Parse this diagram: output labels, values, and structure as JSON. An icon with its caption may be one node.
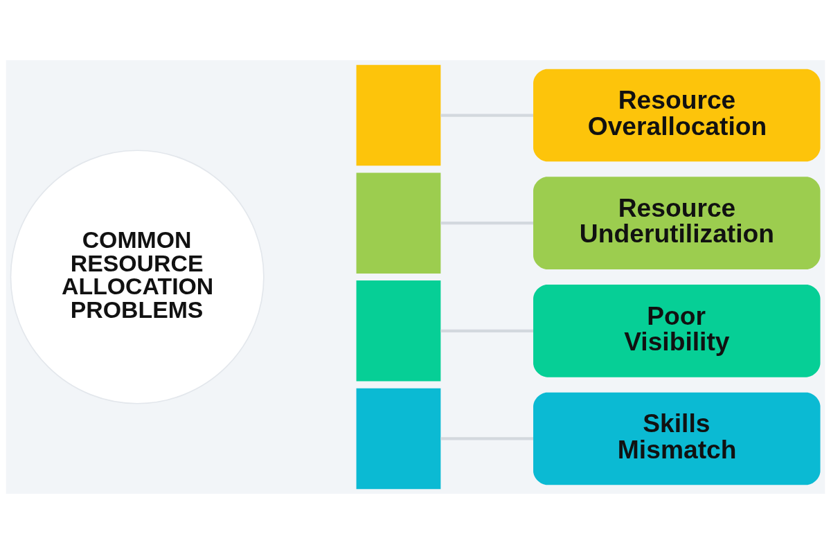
{
  "diagram": {
    "nodes": [
      {
        "text": [
          "COMMON RESOURCE ALLOCATION PROBLEMS"
        ]
      },
      {
        "text": [],
        "shape": "sector"
      },
      {
        "text": [],
        "shape": "sector"
      },
      {
        "text": [],
        "shape": "sector"
      },
      {
        "text": [],
        "shape": "sector"
      },
      {
        "text": [
          "Resource Overallocation"
        ]
      },
      {
        "text": [
          "Resource Underutilization"
        ]
      },
      {
        "text": [
          "Poor Visibility"
        ]
      },
      {
        "text": [
          "Skills Mismatch"
        ]
      }
    ],
    "edges": [
      {
        "from": 1,
        "to": 5,
        "arrow": "none"
      },
      {
        "from": 2,
        "to": 6,
        "arrow": "none"
      },
      {
        "from": 3,
        "to": 7,
        "arrow": "none"
      },
      {
        "from": 4,
        "to": 8,
        "arrow": "none"
      }
    ]
  }
}
